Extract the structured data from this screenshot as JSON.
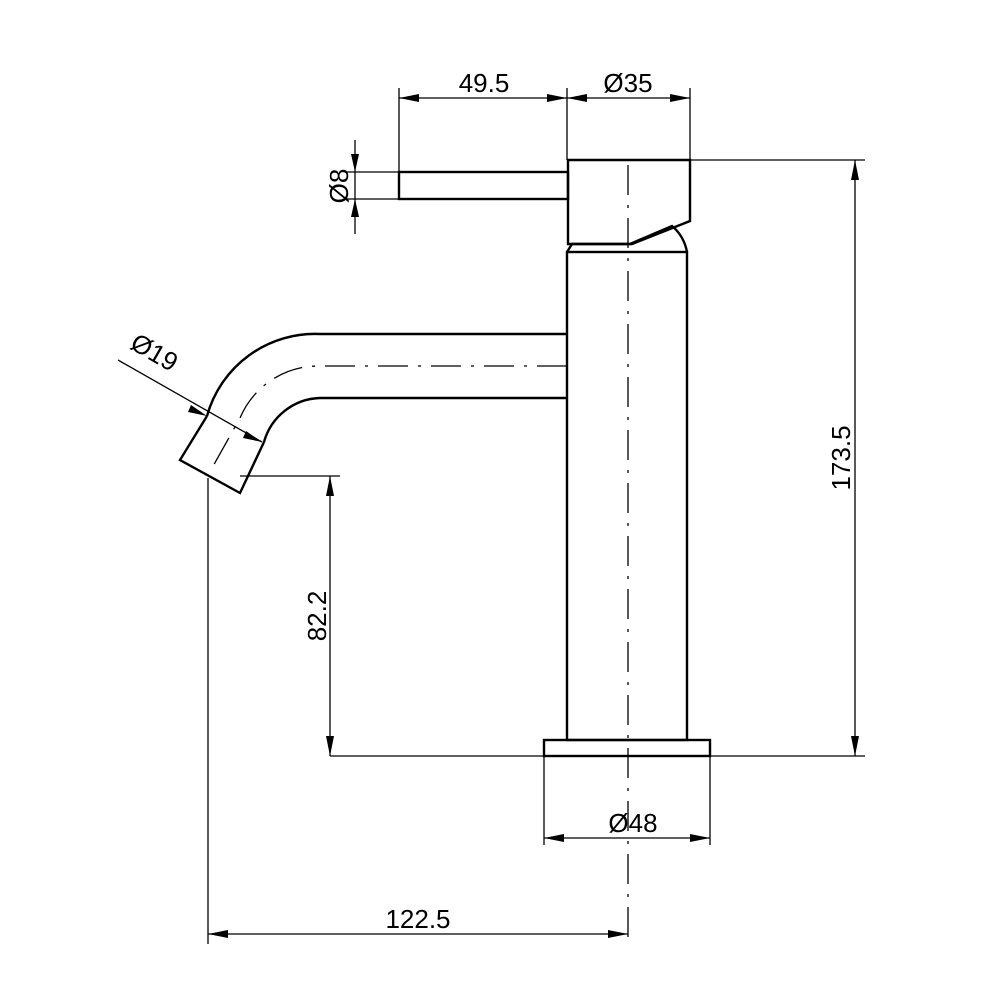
{
  "dimensions": {
    "lever_length": "49.5",
    "body_diameter": "Ø35",
    "lever_diameter": "Ø8",
    "spout_diameter": "Ø19",
    "total_height": "173.5",
    "spout_height": "82.2",
    "base_diameter": "Ø48",
    "spout_reach": "122.5"
  }
}
